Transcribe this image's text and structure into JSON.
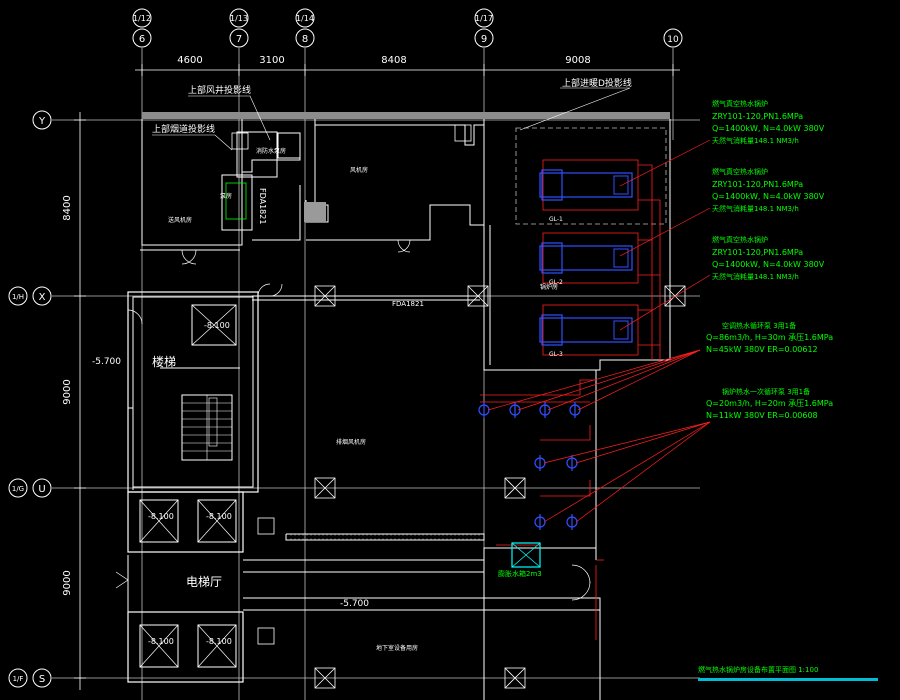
{
  "columns_top": [
    {
      "line1": "1/12",
      "line2": "6"
    },
    {
      "line1": "1/13",
      "line2": "7"
    },
    {
      "line1": "1/14",
      "line2": "8"
    },
    {
      "line1": "1/17",
      "line2": "9"
    },
    {
      "line1": "",
      "line2": "10"
    }
  ],
  "dims_top": [
    "4600",
    "3100",
    "8408",
    "9008"
  ],
  "rows": [
    {
      "a": "",
      "b": "Y"
    },
    {
      "a": "1/H",
      "b": "X"
    },
    {
      "a": "1/G",
      "b": "U"
    },
    {
      "a": "1/F",
      "b": "S"
    }
  ],
  "dims_left": [
    "8400",
    "9000",
    "9000"
  ],
  "annotations": {
    "shaft_proj": "上部风井投影线",
    "flue_proj": "上部烟道投影线",
    "beam_proj": "上部进暖D投影线",
    "fda": "FDA1821",
    "fda2": "FDA1821",
    "elev_stair": "-5.700",
    "elev_hall": "-5.700",
    "elev1": "-8.100",
    "elev2": "-8.100",
    "elev3": "-8.100",
    "elev4": "-8.100",
    "elev5": "-8.100",
    "stair_room": "楼梯",
    "elevator_hall": "电梯厅",
    "boiler_room": "锅炉房",
    "pump_room": "泵房",
    "water_box": "膨胀水箱2m3",
    "room_a": "送风机房",
    "room_b": "风机房",
    "room_c": "排烟风机房",
    "room_d": "消防水泵房",
    "room_e": "地下室设备用房",
    "gl1": "GL-1",
    "gl2": "GL-2",
    "gl3": "GL-3"
  },
  "boilers": [
    {
      "title": "燃气真空热水锅炉",
      "model": "ZRY101-120,PN1.6MPa",
      "spec": "Q=1400kW,  N=4.0kW  380V",
      "gas": "天然气消耗量148.1 NM3/h"
    },
    {
      "title": "燃气真空热水锅炉",
      "model": "ZRY101-120,PN1.6MPa",
      "spec": "Q=1400kW,  N=4.0kW  380V",
      "gas": "天然气消耗量148.1 NM3/h"
    },
    {
      "title": "燃气真空热水锅炉",
      "model": "ZRY101-120,PN1.6MPa",
      "spec": "Q=1400kW,  N=4.0kW  380V",
      "gas": "天然气消耗量148.1 NM3/h"
    }
  ],
  "pump1": {
    "title": "空调热水循环泵  3用1备",
    "spec1": "Q=86m3/h,  H=30m  承压1.6MPa",
    "spec2": "N=45kW   380V   ER=0.00612"
  },
  "pump2": {
    "title": "锅炉热水一次循环泵  3用1备",
    "spec1": "Q=20m3/h,  H=20m  承压1.6MPa",
    "spec2": "N=11kW   380V   ER=0.00608"
  },
  "drawing_title": "燃气热水锅炉房设备布置平面图   1:100",
  "colors": {
    "bg": "#000000",
    "wall": "#ffffff",
    "grid": "#d9d9d9",
    "pipe": "#ff2020",
    "equip": "#2040ff",
    "note": "#00ff00",
    "cyan": "#00ffff"
  }
}
